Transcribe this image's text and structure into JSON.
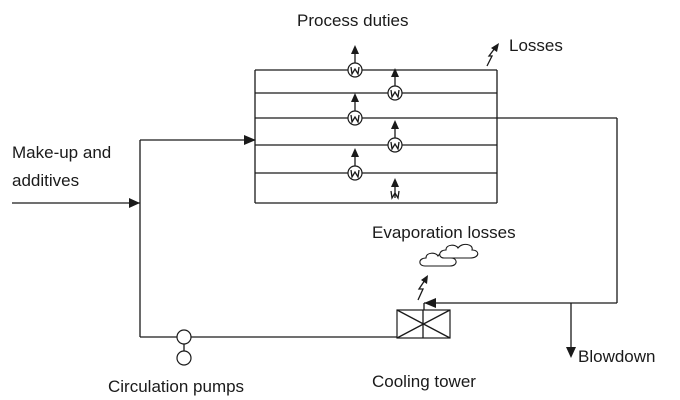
{
  "labels": {
    "process_duties": "Process duties",
    "losses": "Losses",
    "makeup_line1": "Make-up and",
    "makeup_line2": "additives",
    "evaporation_losses": "Evaporation losses",
    "blowdown": "Blowdown",
    "circulation_pumps": "Circulation pumps",
    "cooling_tower": "Cooling tower"
  },
  "colors": {
    "line": "#1a1a1a",
    "background": "#ffffff"
  }
}
